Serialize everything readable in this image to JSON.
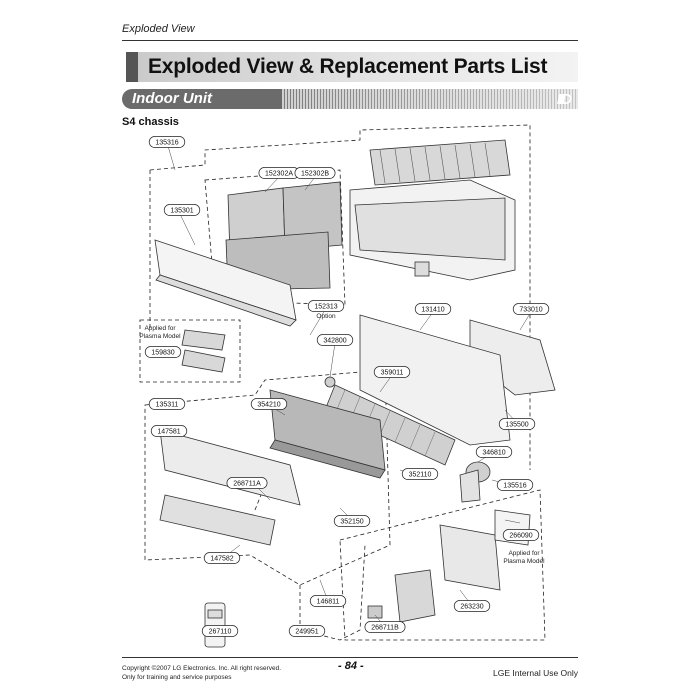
{
  "header": {
    "running_head": "Exploded View",
    "title": "Exploded View & Replacement Parts List",
    "section": "Indoor Unit",
    "subsection": "S4 chassis"
  },
  "diagram": {
    "parts": [
      {
        "code": "135316"
      },
      {
        "code": "152302A"
      },
      {
        "code": "152302B"
      },
      {
        "code": "135301"
      },
      {
        "code": "152313"
      },
      {
        "code": "131410"
      },
      {
        "code": "733010"
      },
      {
        "code": "159830"
      },
      {
        "code": "342800"
      },
      {
        "code": "359011"
      },
      {
        "code": "135311"
      },
      {
        "code": "354210"
      },
      {
        "code": "135500"
      },
      {
        "code": "147581"
      },
      {
        "code": "346810"
      },
      {
        "code": "352110"
      },
      {
        "code": "135516"
      },
      {
        "code": "268711A"
      },
      {
        "code": "352150"
      },
      {
        "code": "266090"
      },
      {
        "code": "147582"
      },
      {
        "code": "263230"
      },
      {
        "code": "146811"
      },
      {
        "code": "267110"
      },
      {
        "code": "249951"
      },
      {
        "code": "268711B"
      }
    ],
    "notes": {
      "option": "Option",
      "plasma_left": [
        "Applied for",
        "Plasma Model"
      ],
      "plasma_right": [
        "Applied for",
        "Plasma Model"
      ]
    }
  },
  "footer": {
    "copyright_line1": "Copyright ©2007 LG Electronics. Inc. All right reserved.",
    "copyright_line2": "Only for training and service purposes",
    "page_number": "- 84 -",
    "internal_use": "LGE Internal Use Only"
  }
}
